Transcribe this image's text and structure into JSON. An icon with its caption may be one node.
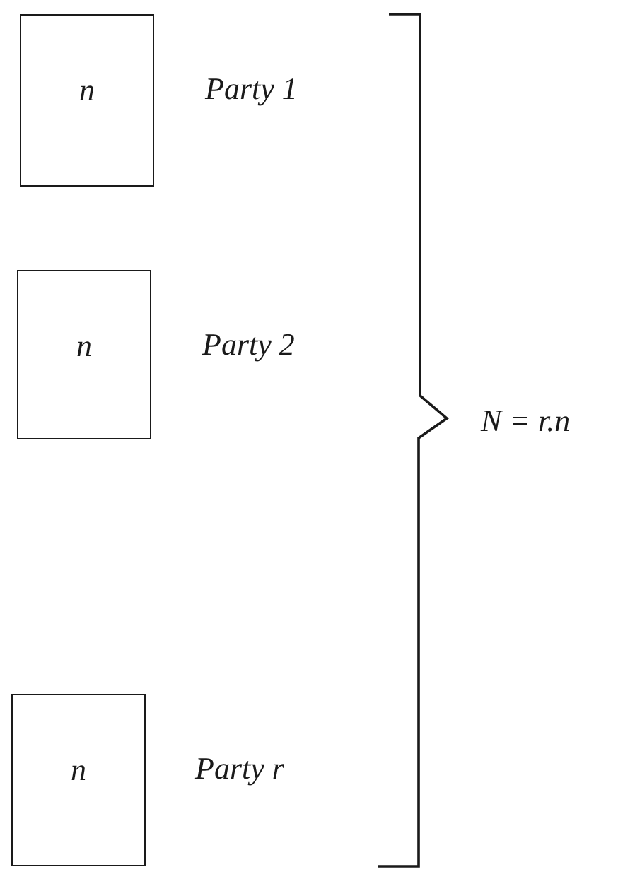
{
  "diagram": {
    "nodes": [
      {
        "text": [
          "n"
        ],
        "beside": [
          "Party 1"
        ]
      },
      {
        "text": [
          "n"
        ],
        "beside": [
          "Party 2"
        ]
      },
      {
        "text": [
          "n"
        ],
        "beside": [
          "Party r"
        ]
      }
    ],
    "labels": [
      "N = r.n"
    ]
  }
}
